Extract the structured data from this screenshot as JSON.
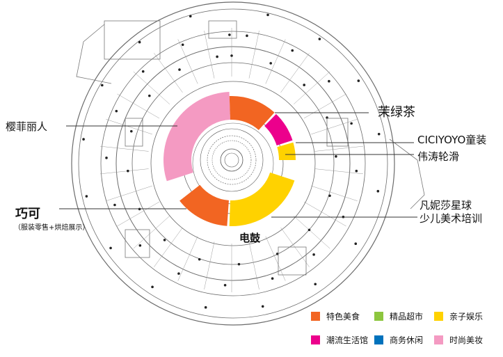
{
  "colors": {
    "food": "#f26522",
    "supermarket": "#8dc63f",
    "kids": "#ffd200",
    "trend": "#ec008c",
    "business": "#0072bc",
    "beauty": "#f49ac2",
    "outline": "#6b6b6b"
  },
  "labels": {
    "molvcha": "茉绿茶",
    "ciciyoyo": "CICIYOYO童装",
    "weitao": "伟涛轮滑",
    "yingfei": "樱菲丽人",
    "fanni": "凡妮莎星球",
    "shaoer": "少儿美术培训",
    "qiaoke": "巧可",
    "qiaoke_sub": "（服装零售+烘焙展示）",
    "diangu": "电鼓"
  },
  "legend": [
    {
      "label": "特色美食",
      "color_key": "food"
    },
    {
      "label": "精品超市",
      "color_key": "supermarket"
    },
    {
      "label": "亲子娱乐",
      "color_key": "kids"
    },
    {
      "label": "潮流生活馆",
      "color_key": "trend"
    },
    {
      "label": "商务休闲",
      "color_key": "business"
    },
    {
      "label": "时尚美妆",
      "color_key": "beauty"
    }
  ],
  "icons": {
    "atrium": "atrium-icon"
  }
}
